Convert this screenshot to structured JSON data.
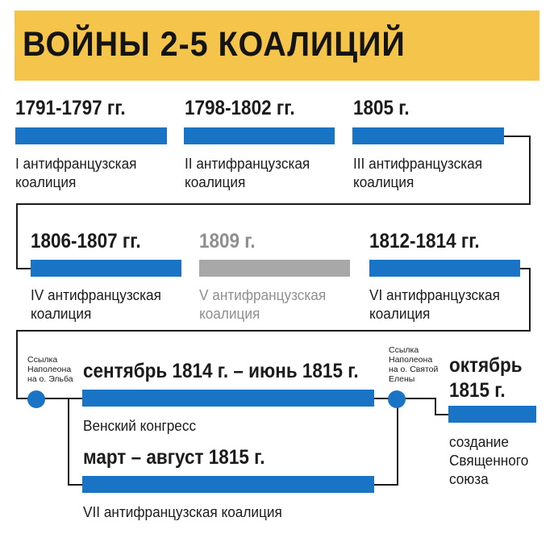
{
  "title": "ВОЙНЫ 2-5 КОАЛИЦИЙ",
  "colors": {
    "banner": "#f4c44b",
    "bar": "#1a74c6",
    "bar_muted": "#a8a8a8",
    "line": "#1b1b1b"
  },
  "periods": [
    {
      "date": "1791-1797 гг.",
      "line1": "I антифранцузская",
      "line2": "коалиция"
    },
    {
      "date": "1798-1802 гг.",
      "line1": "II антифранцузская",
      "line2": "коалиция"
    },
    {
      "date": "1805 г.",
      "line1": "III антифранцузская",
      "line2": "коалиция"
    },
    {
      "date": "1806-1807 гг.",
      "line1": "IV антифранцузская",
      "line2": "коалиция"
    },
    {
      "date": "1809 г.",
      "line1": "V антифранцузская",
      "line2": "коалиция"
    },
    {
      "date": "1812-1814 гг.",
      "line1": "VI антифранцузская",
      "line2": "коалиция"
    },
    {
      "date": "сентябрь 1814 г. – июнь 1815 г.",
      "line1": "Венский конгресс"
    },
    {
      "date": "март – август 1815 г.",
      "line1": "VII антифранцузская коалиция"
    },
    {
      "date_line1": "октябрь",
      "date_line2": "1815 г.",
      "line1": "создание",
      "line2": "Священного",
      "line3": "союза"
    }
  ],
  "exiles": [
    {
      "line1": "Ссылка",
      "line2": "Наполеона",
      "line3": "на о. Эльба"
    },
    {
      "line1": "Ссылка",
      "line2": "Наполеона",
      "line3": "на о. Святой",
      "line4": "Елены"
    }
  ]
}
